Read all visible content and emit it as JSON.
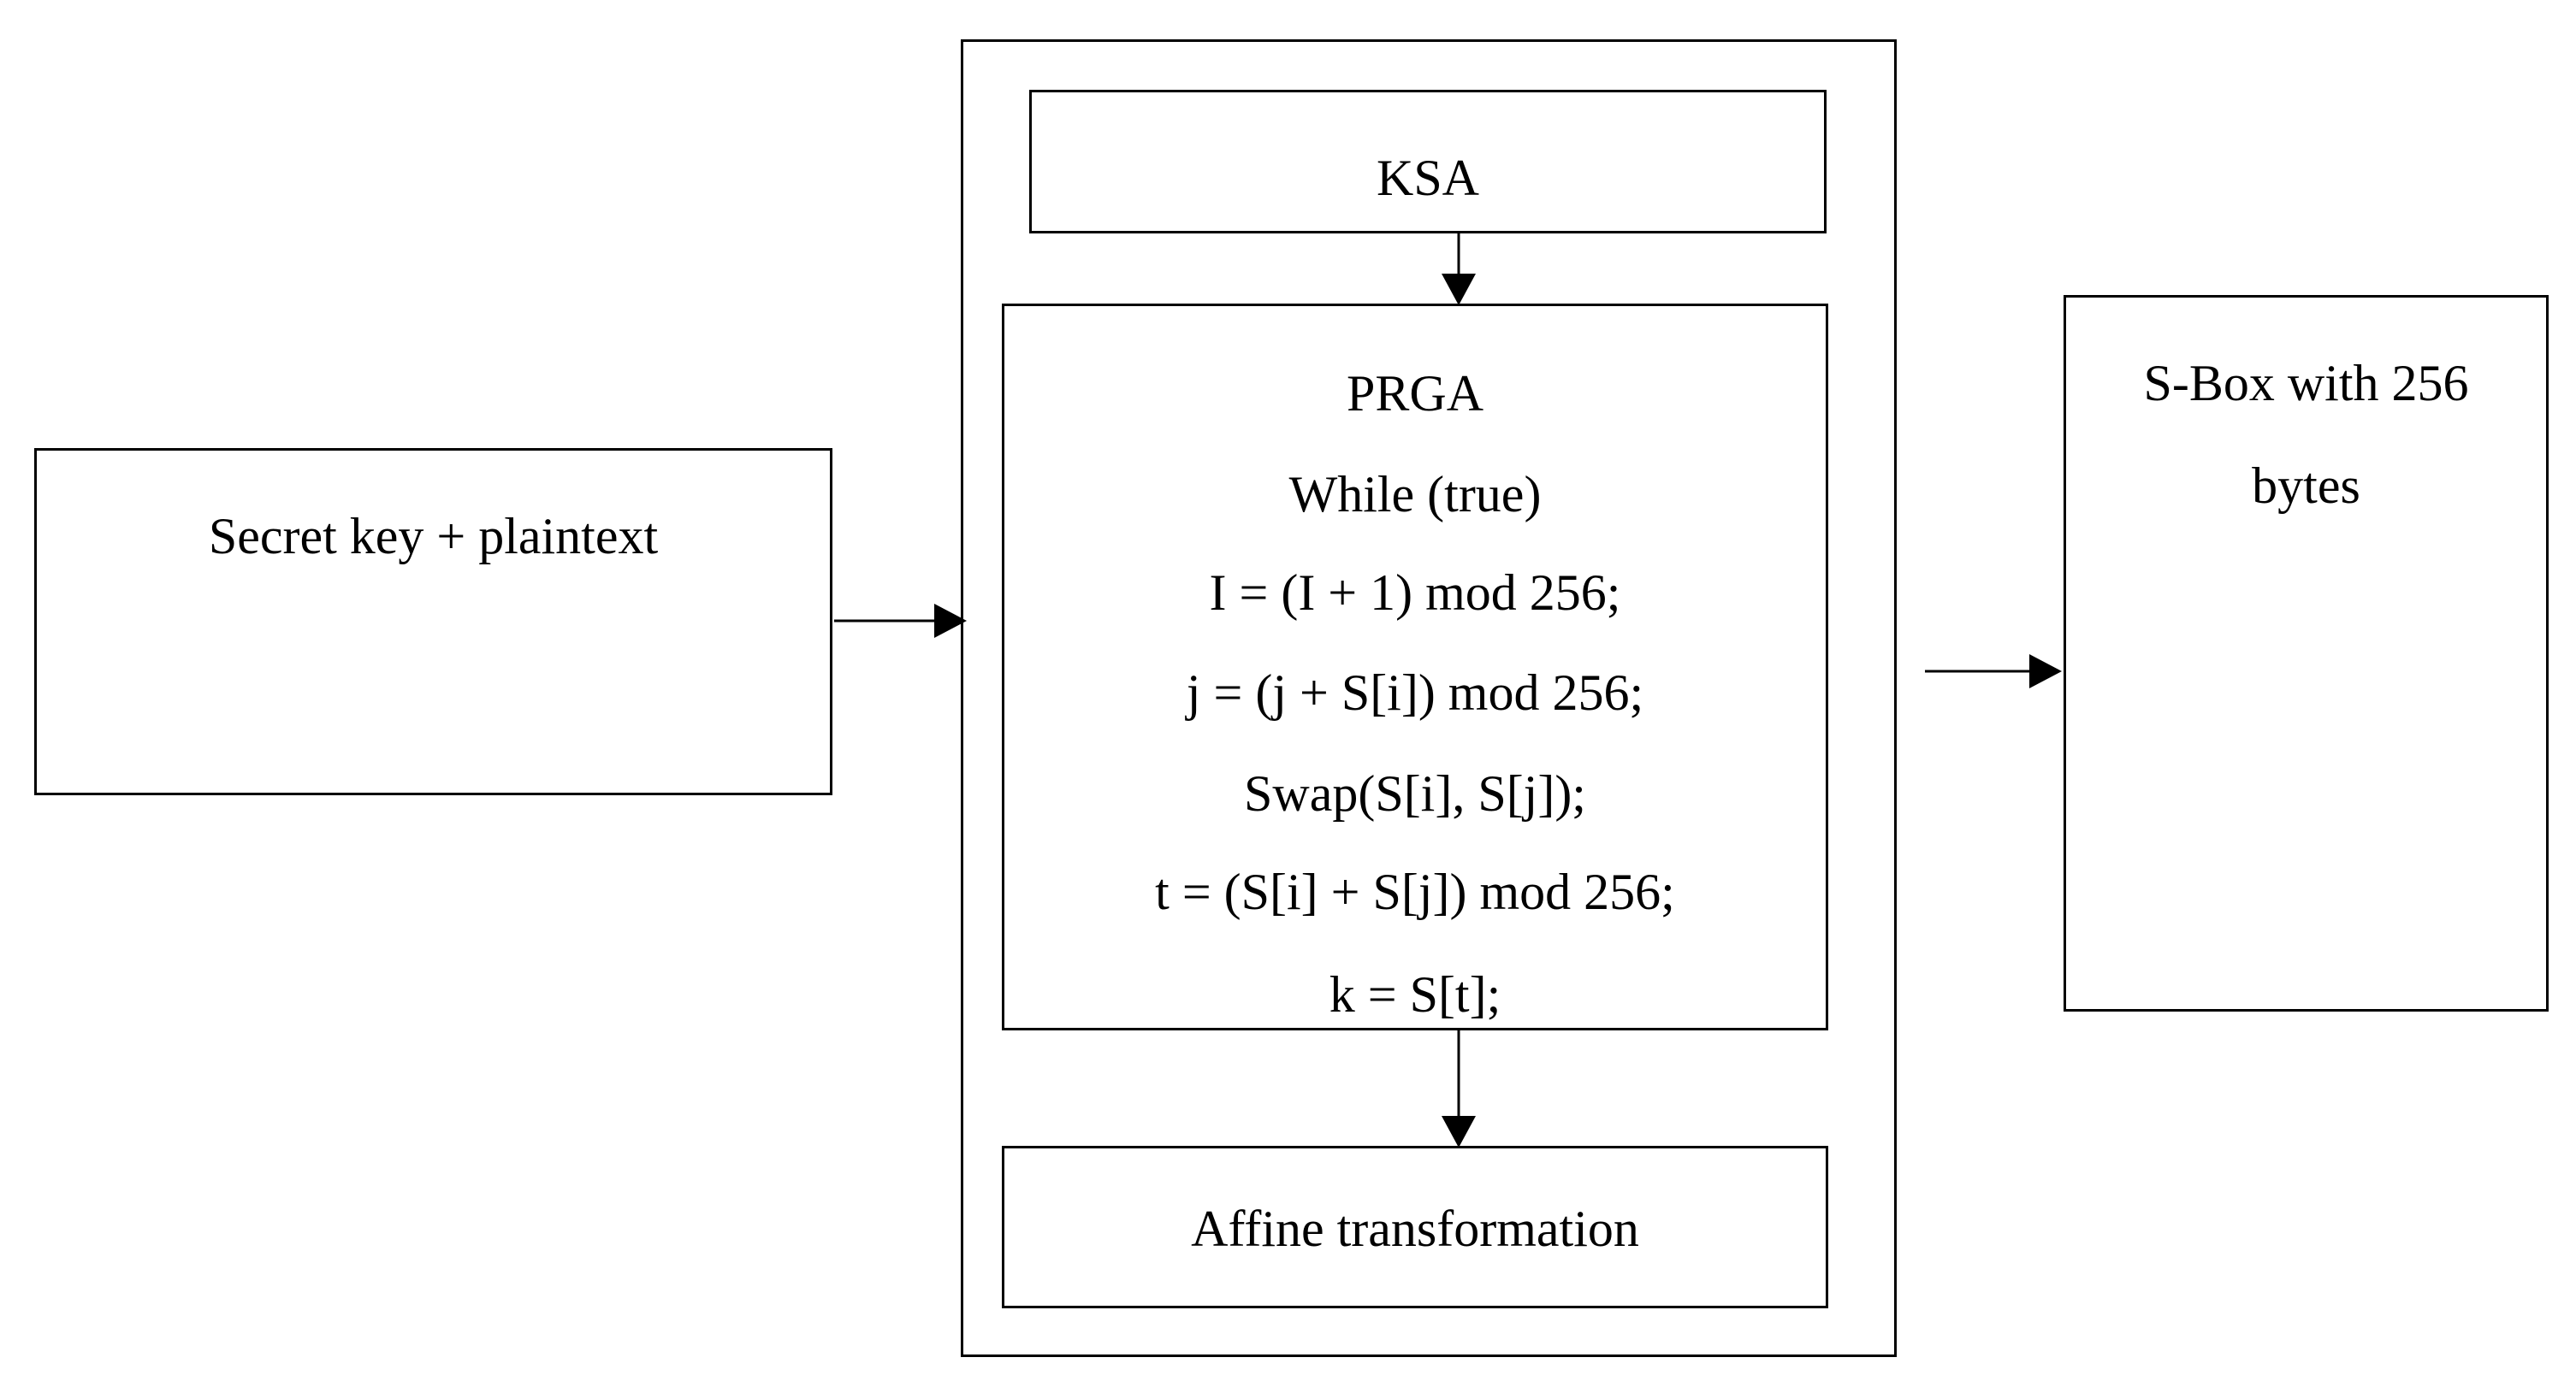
{
  "input_box": {
    "label": "Secret key + plaintext"
  },
  "ksa_box": {
    "label": "KSA"
  },
  "prga_box": {
    "title": "PRGA",
    "lines": [
      "While (true)",
      "I = (I + 1) mod 256;",
      "j = (j + S[i]) mod 256;",
      "Swap(S[i], S[j]);",
      "t = (S[i] + S[j]) mod 256;",
      "k = S[t];"
    ]
  },
  "affine_box": {
    "label": "Affine transformation"
  },
  "output_box": {
    "lines": [
      "S-Box with 256",
      "bytes"
    ]
  }
}
